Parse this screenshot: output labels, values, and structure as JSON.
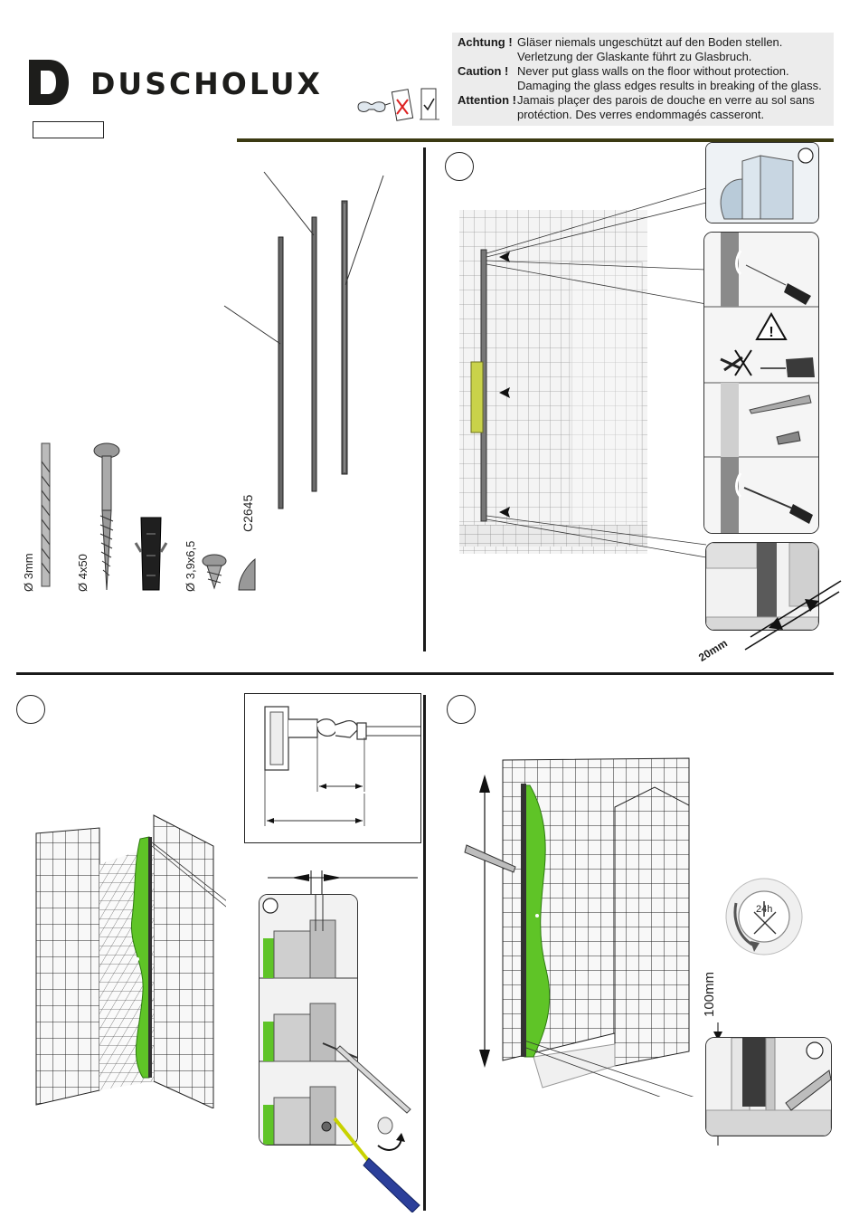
{
  "brand": {
    "name": "DUSCHOLUX"
  },
  "warnings": [
    {
      "key": "Achtung !",
      "lines": [
        "Gläser niemals ungeschützt auf den Boden stellen.",
        "Verletzung der Glaskante führt zu Glasbruch."
      ]
    },
    {
      "key": "Caution !",
      "lines": [
        "Never put glass walls on the floor without protection.",
        "Damaging the glass edges results in breaking of the glass."
      ]
    },
    {
      "key": "Attention !",
      "lines": [
        "Jamais plaçer des parois de douche en verre au sol sans",
        "protéction. Des verres endommagés casseront."
      ]
    }
  ],
  "parts": {
    "drill_label": "Ø 3mm",
    "screw_label": "Ø 4x50",
    "small_screw_label": "Ø 3,9x6,5",
    "cap_label": "C2645"
  },
  "step1": {
    "gap_label": "20mm"
  },
  "step3": {
    "height_label": "100mm",
    "cure_label": "24h"
  },
  "colors": {
    "accent_green": "#5fc427",
    "divider_olive": "#3b3a12",
    "yellow_profile": "#c9d24a"
  }
}
